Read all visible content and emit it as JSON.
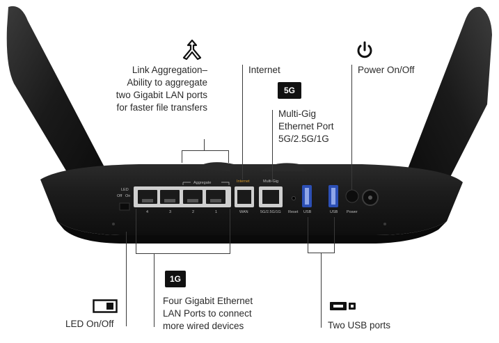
{
  "callouts": {
    "link_aggregation": "Link Aggregation–\nAbility to aggregate\ntwo Gigabit LAN ports\nfor faster file transfers",
    "internet": "Internet",
    "power": "Power On/Off",
    "multigig": "Multi-Gig\nEthernet Port\n5G/2.5G/1G",
    "led": "LED On/Off",
    "lan_ports": "Four Gigabit Ethernet\nLAN Ports to connect\nmore wired devices",
    "usb": "Two USB ports"
  },
  "badges": {
    "multigig_badge": "5G",
    "lan_badge": "1G"
  },
  "router_labels": {
    "led": "LED",
    "led_off": "Off",
    "led_on": "On",
    "aggregate": "Aggregate",
    "internet": "Internet",
    "multigig": "Multi-Gig",
    "wan": "WAN",
    "multigig_speeds": "5G/2.5G/1G",
    "reset": "Reset",
    "usb1": "USB",
    "usb2": "USB",
    "power": "Power",
    "port_4": "4",
    "port_3": "3",
    "port_2": "2",
    "port_1": "1"
  },
  "icons": {
    "aggregation": "merge-arrow-icon",
    "power": "power-icon",
    "led_switch": "toggle-switch-icon",
    "usb": "usb-icon"
  },
  "colors": {
    "router_body": "#1b1b1b",
    "label_accent": "#d89a2a",
    "text": "#2a2a2a",
    "lines": "#3a3a3a"
  }
}
